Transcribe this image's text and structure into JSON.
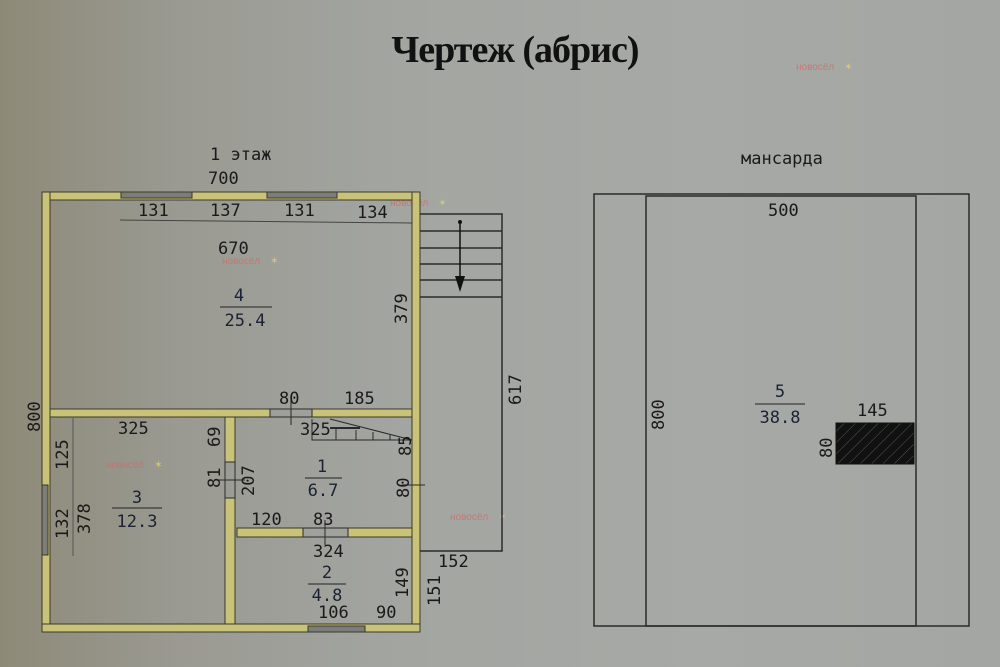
{
  "title": "Чертеж (абрис)",
  "watermark": "новосёл",
  "floor1": {
    "label": "1 этаж",
    "overall_width": "700",
    "overall_height": "800",
    "top_windows": [
      "131",
      "137",
      "131",
      "134"
    ],
    "inner_width": "670",
    "right_wall_room4": "379",
    "porch_length": "617",
    "porch_width": "152",
    "porch_bottom": "151",
    "door_80": "80",
    "segment_185": "185",
    "room3_width": "325",
    "stair_325": "325",
    "stair_85": "85",
    "wall_69": "69",
    "door_81": "81",
    "wall_207": "207",
    "left_125": "125",
    "left_132": "132",
    "left_378": "378",
    "right_80": "80",
    "partition_120": "120",
    "door_83": "83",
    "room2_width": "324",
    "room2_right": "149",
    "window_106": "106",
    "bottom_90": "90",
    "rooms": [
      {
        "number": "4",
        "area": "25.4"
      },
      {
        "number": "3",
        "area": "12.3"
      },
      {
        "number": "1",
        "area": "6.7"
      },
      {
        "number": "2",
        "area": "4.8"
      }
    ]
  },
  "attic": {
    "label": "мансарда",
    "width": "500",
    "height": "800",
    "room": {
      "number": "5",
      "area": "38.8"
    },
    "chimney_width": "145",
    "chimney_height": "80"
  },
  "colors": {
    "wall_fill": "#c9c37a",
    "window_fill": "#7c7c78",
    "line": "#2a2a2a"
  }
}
